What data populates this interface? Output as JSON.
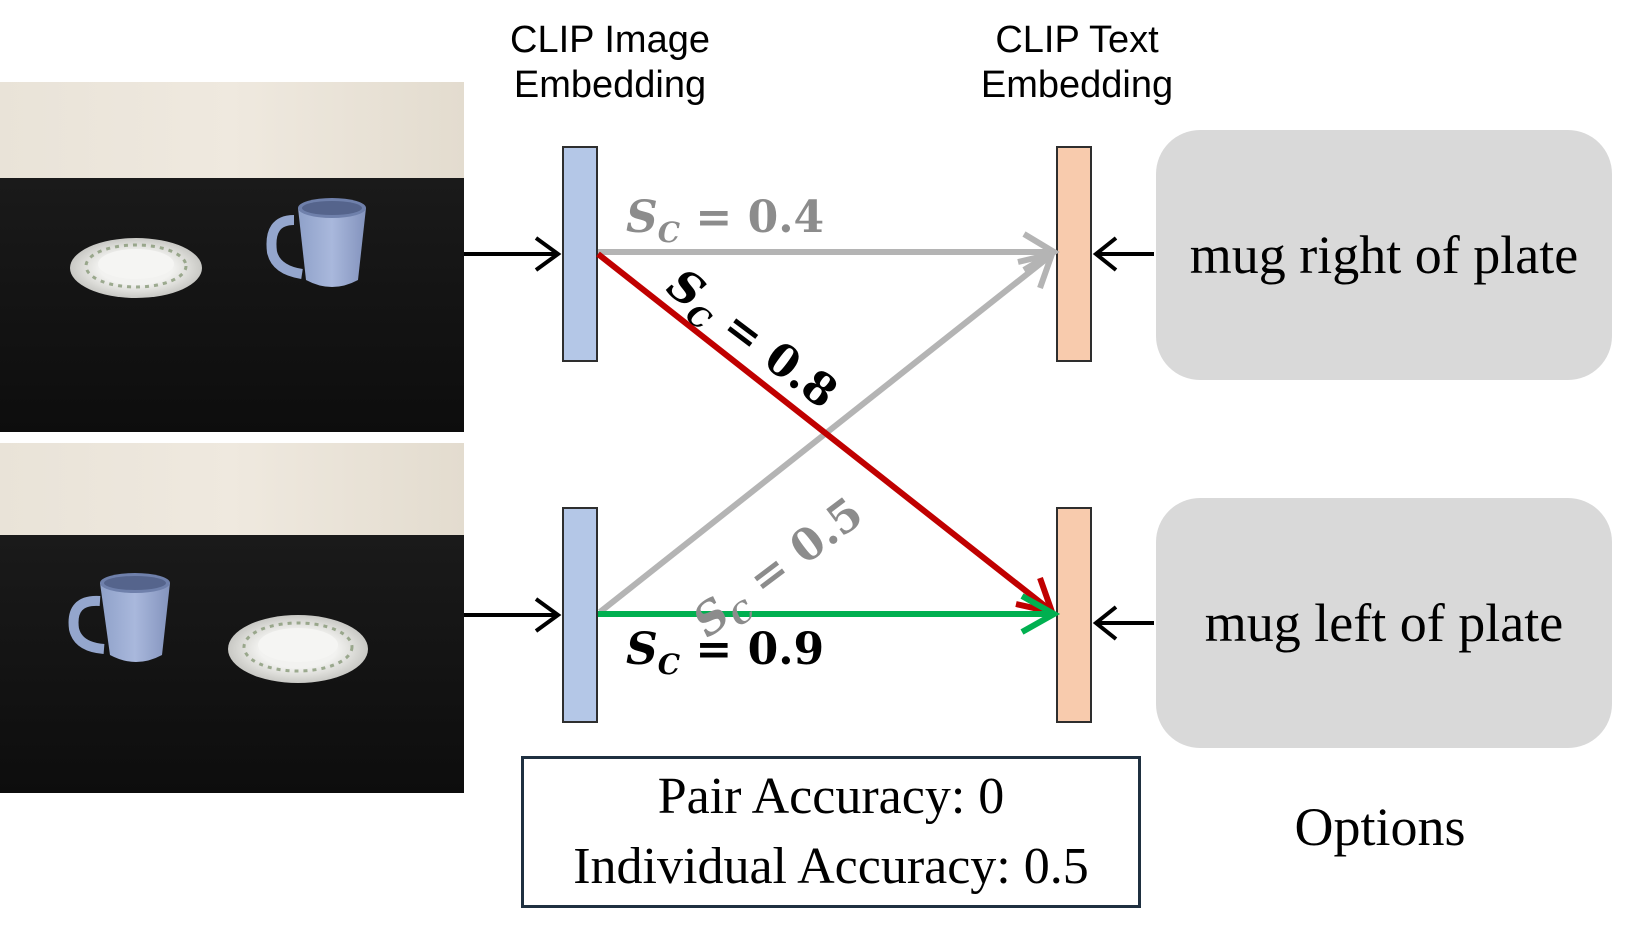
{
  "headers": {
    "image_embedding": [
      "CLIP Image",
      "Embedding"
    ],
    "text_embedding": [
      "CLIP Text",
      "Embedding"
    ]
  },
  "options": {
    "top": "mug right of plate",
    "bottom": "mug left of plate",
    "caption": "Options"
  },
  "scores": {
    "symbol": "S",
    "subscript": "C",
    "top_to_top": "= 0.4",
    "top_to_bottom": "= 0.8",
    "bottom_to_top": "= 0.5",
    "bottom_to_bottom": "= 0.9"
  },
  "results": {
    "pair_accuracy": "Pair Accuracy: 0",
    "individual_accuracy": "Individual Accuracy: 0.5"
  },
  "colors": {
    "image_embedding": "#b4c7e7",
    "text_embedding": "#f8cbad",
    "option_box": "#d9d9d9",
    "arrow_gray": "#b4b4b4",
    "arrow_red": "#c00000",
    "arrow_green": "#00b050"
  }
}
